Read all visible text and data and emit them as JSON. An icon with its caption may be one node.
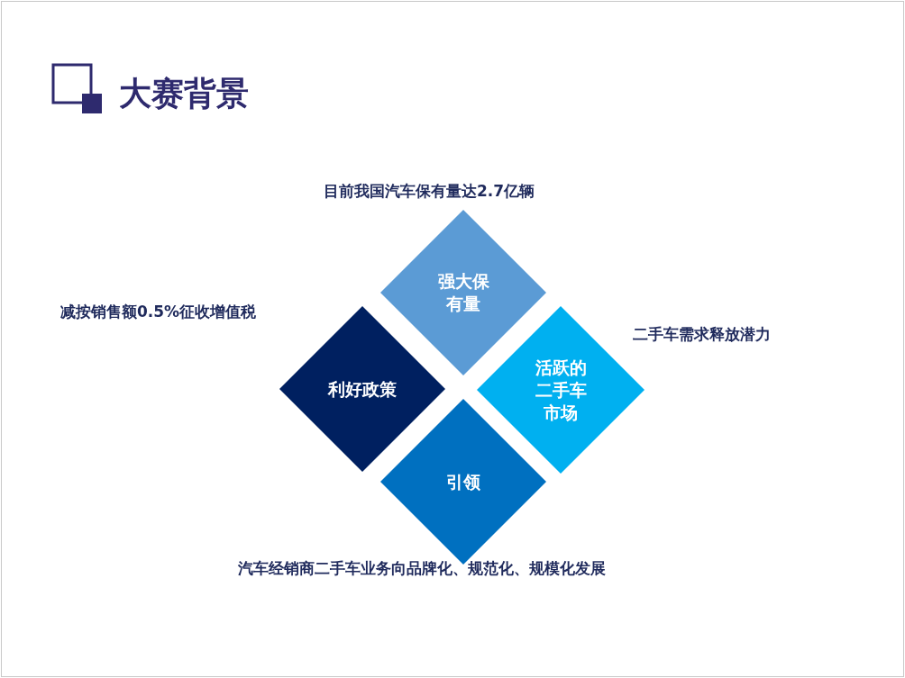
{
  "diagram": {
    "title": "大赛背景",
    "nodes": [
      {
        "text": [
          "强大保有量"
        ],
        "beside": [
          "目前我国汽车保有量达2.7亿辆"
        ]
      },
      {
        "text": [
          "利好政策"
        ],
        "beside": [
          "减按销售额0.5%征收增值税"
        ]
      },
      {
        "text": [
          "活跃的二手车市场"
        ],
        "beside": [
          "二手车需求释放潜力"
        ]
      },
      {
        "text": [
          "引领"
        ],
        "beside": [
          "汽车经销商二手车业务向品牌化、规范化、规模化发展"
        ]
      }
    ],
    "edges": []
  }
}
